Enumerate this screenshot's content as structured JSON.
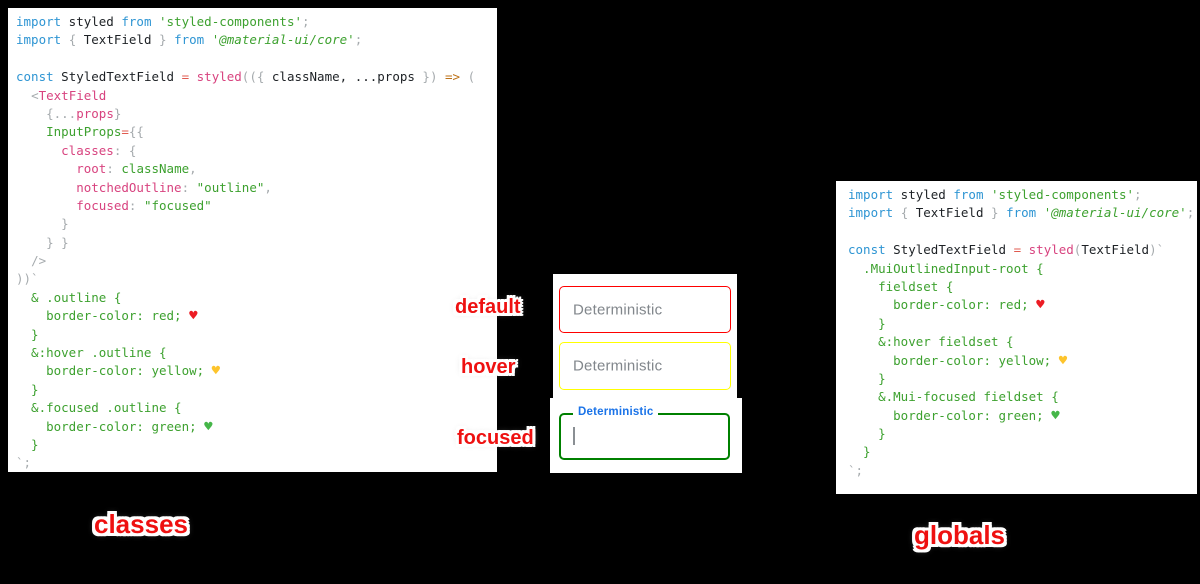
{
  "labels": {
    "states": [
      "default",
      "hover",
      "focused"
    ],
    "left_panel": "classes",
    "right_panel": "globals"
  },
  "fields": [
    {
      "state": "default",
      "placeholder": "Deterministic",
      "border_color": "#ff0000"
    },
    {
      "state": "hover",
      "placeholder": "Deterministic",
      "border_color": "#ffff00"
    },
    {
      "state": "focused",
      "label": "Deterministic",
      "border_color": "#008000",
      "label_color": "#1a73e8"
    }
  ],
  "colors": {
    "background": "#000000",
    "panel_bg": "#ffffff",
    "annotation_red": "#ee1111",
    "annotation_stroke": "#ffffff",
    "keyword_blue": "#2e95d3",
    "string_green": "#3da12f",
    "pink": "#d8437f",
    "punct_gray": "#a6abae",
    "heart_red": "#ec1c24",
    "heart_yellow": "#fdc42c",
    "heart_green": "#45b649",
    "placeholder_gray": "#82878c",
    "focused_label_blue": "#1a73e8"
  },
  "code_left": {
    "lines": [
      [
        {
          "t": "import",
          "c": "k"
        },
        {
          "t": " styled ",
          "c": "i"
        },
        {
          "t": "from",
          "c": "k"
        },
        {
          "t": " ",
          "c": "i"
        },
        {
          "t": "'styled-components'",
          "c": "s"
        },
        {
          "t": ";",
          "c": "g"
        }
      ],
      [
        {
          "t": "import",
          "c": "k"
        },
        {
          "t": " ",
          "c": "i"
        },
        {
          "t": "{",
          "c": "g"
        },
        {
          "t": " TextField ",
          "c": "i"
        },
        {
          "t": "}",
          "c": "g"
        },
        {
          "t": " ",
          "c": "i"
        },
        {
          "t": "from",
          "c": "k"
        },
        {
          "t": " ",
          "c": "i"
        },
        {
          "t": "'@material-ui/core'",
          "c": "e"
        },
        {
          "t": ";",
          "c": "g"
        }
      ],
      [],
      [
        {
          "t": "const",
          "c": "k"
        },
        {
          "t": " StyledTextField ",
          "c": "i"
        },
        {
          "t": "=",
          "c": "r"
        },
        {
          "t": " ",
          "c": "i"
        },
        {
          "t": "styled",
          "c": "p"
        },
        {
          "t": "(({ ",
          "c": "g"
        },
        {
          "t": "className, ...props",
          "c": "i"
        },
        {
          "t": " })",
          "c": "g"
        },
        {
          "t": " ",
          "c": "i"
        },
        {
          "t": "=>",
          "c": "o"
        },
        {
          "t": " ",
          "c": "i"
        },
        {
          "t": "(",
          "c": "g"
        }
      ],
      [
        {
          "t": "  ",
          "c": "i"
        },
        {
          "t": "<",
          "c": "g"
        },
        {
          "t": "TextField",
          "c": "p"
        }
      ],
      [
        {
          "t": "    ",
          "c": "i"
        },
        {
          "t": "{...",
          "c": "g"
        },
        {
          "t": "props",
          "c": "p"
        },
        {
          "t": "}",
          "c": "g"
        }
      ],
      [
        {
          "t": "    ",
          "c": "i"
        },
        {
          "t": "InputProps",
          "c": "s"
        },
        {
          "t": "=",
          "c": "r"
        },
        {
          "t": "{{",
          "c": "g"
        }
      ],
      [
        {
          "t": "      ",
          "c": "i"
        },
        {
          "t": "classes",
          "c": "p"
        },
        {
          "t": ":",
          "c": "g"
        },
        {
          "t": " ",
          "c": "i"
        },
        {
          "t": "{",
          "c": "g"
        }
      ],
      [
        {
          "t": "        ",
          "c": "i"
        },
        {
          "t": "root",
          "c": "p"
        },
        {
          "t": ":",
          "c": "g"
        },
        {
          "t": " ",
          "c": "i"
        },
        {
          "t": "className",
          "c": "s"
        },
        {
          "t": ",",
          "c": "g"
        }
      ],
      [
        {
          "t": "        ",
          "c": "i"
        },
        {
          "t": "notchedOutline",
          "c": "p"
        },
        {
          "t": ":",
          "c": "g"
        },
        {
          "t": " ",
          "c": "i"
        },
        {
          "t": "\"outline\"",
          "c": "s"
        },
        {
          "t": ",",
          "c": "g"
        }
      ],
      [
        {
          "t": "        ",
          "c": "i"
        },
        {
          "t": "focused",
          "c": "p"
        },
        {
          "t": ":",
          "c": "g"
        },
        {
          "t": " ",
          "c": "i"
        },
        {
          "t": "\"focused\"",
          "c": "s"
        }
      ],
      [
        {
          "t": "      ",
          "c": "i"
        },
        {
          "t": "}",
          "c": "g"
        }
      ],
      [
        {
          "t": "    ",
          "c": "i"
        },
        {
          "t": "} }",
          "c": "g"
        }
      ],
      [
        {
          "t": "  ",
          "c": "i"
        },
        {
          "t": "/>",
          "c": "g"
        }
      ],
      [
        {
          "t": "))`",
          "c": "g"
        }
      ],
      [
        {
          "t": "  & .outline {",
          "c": "s"
        }
      ],
      [
        {
          "t": "    border-color: red; ",
          "c": "s"
        },
        {
          "t": "♥",
          "c": "hr"
        }
      ],
      [
        {
          "t": "  }",
          "c": "s"
        }
      ],
      [
        {
          "t": "  &:hover .outline {",
          "c": "s"
        }
      ],
      [
        {
          "t": "    border-color: yellow; ",
          "c": "s"
        },
        {
          "t": "♥",
          "c": "hy"
        }
      ],
      [
        {
          "t": "  }",
          "c": "s"
        }
      ],
      [
        {
          "t": "  &.focused .outline {",
          "c": "s"
        }
      ],
      [
        {
          "t": "    border-color: green; ",
          "c": "s"
        },
        {
          "t": "♥",
          "c": "hg"
        }
      ],
      [
        {
          "t": "  }",
          "c": "s"
        }
      ],
      [
        {
          "t": "`;",
          "c": "g"
        }
      ]
    ]
  },
  "code_right": {
    "lines": [
      [
        {
          "t": "import",
          "c": "k"
        },
        {
          "t": " styled ",
          "c": "i"
        },
        {
          "t": "from",
          "c": "k"
        },
        {
          "t": " ",
          "c": "i"
        },
        {
          "t": "'styled-components'",
          "c": "s"
        },
        {
          "t": ";",
          "c": "g"
        }
      ],
      [
        {
          "t": "import",
          "c": "k"
        },
        {
          "t": " ",
          "c": "i"
        },
        {
          "t": "{",
          "c": "g"
        },
        {
          "t": " TextField ",
          "c": "i"
        },
        {
          "t": "}",
          "c": "g"
        },
        {
          "t": " ",
          "c": "i"
        },
        {
          "t": "from",
          "c": "k"
        },
        {
          "t": " ",
          "c": "i"
        },
        {
          "t": "'@material-ui/core'",
          "c": "e"
        },
        {
          "t": ";",
          "c": "g"
        }
      ],
      [],
      [
        {
          "t": "const",
          "c": "k"
        },
        {
          "t": " StyledTextField ",
          "c": "i"
        },
        {
          "t": "=",
          "c": "r"
        },
        {
          "t": " ",
          "c": "i"
        },
        {
          "t": "styled",
          "c": "p"
        },
        {
          "t": "(",
          "c": "g"
        },
        {
          "t": "TextField",
          "c": "i"
        },
        {
          "t": ")`",
          "c": "g"
        }
      ],
      [
        {
          "t": "  .MuiOutlinedInput-root {",
          "c": "s"
        }
      ],
      [
        {
          "t": "    fieldset {",
          "c": "s"
        }
      ],
      [
        {
          "t": "      border-color: red; ",
          "c": "s"
        },
        {
          "t": "♥",
          "c": "hr"
        }
      ],
      [
        {
          "t": "    }",
          "c": "s"
        }
      ],
      [
        {
          "t": "    &:hover fieldset {",
          "c": "s"
        }
      ],
      [
        {
          "t": "      border-color: yellow; ",
          "c": "s"
        },
        {
          "t": "♥",
          "c": "hy"
        }
      ],
      [
        {
          "t": "    }",
          "c": "s"
        }
      ],
      [
        {
          "t": "    &.Mui-focused fieldset {",
          "c": "s"
        }
      ],
      [
        {
          "t": "      border-color: green; ",
          "c": "s"
        },
        {
          "t": "♥",
          "c": "hg"
        }
      ],
      [
        {
          "t": "    }",
          "c": "s"
        }
      ],
      [
        {
          "t": "  }",
          "c": "s"
        }
      ],
      [
        {
          "t": "`;",
          "c": "g"
        }
      ]
    ]
  }
}
